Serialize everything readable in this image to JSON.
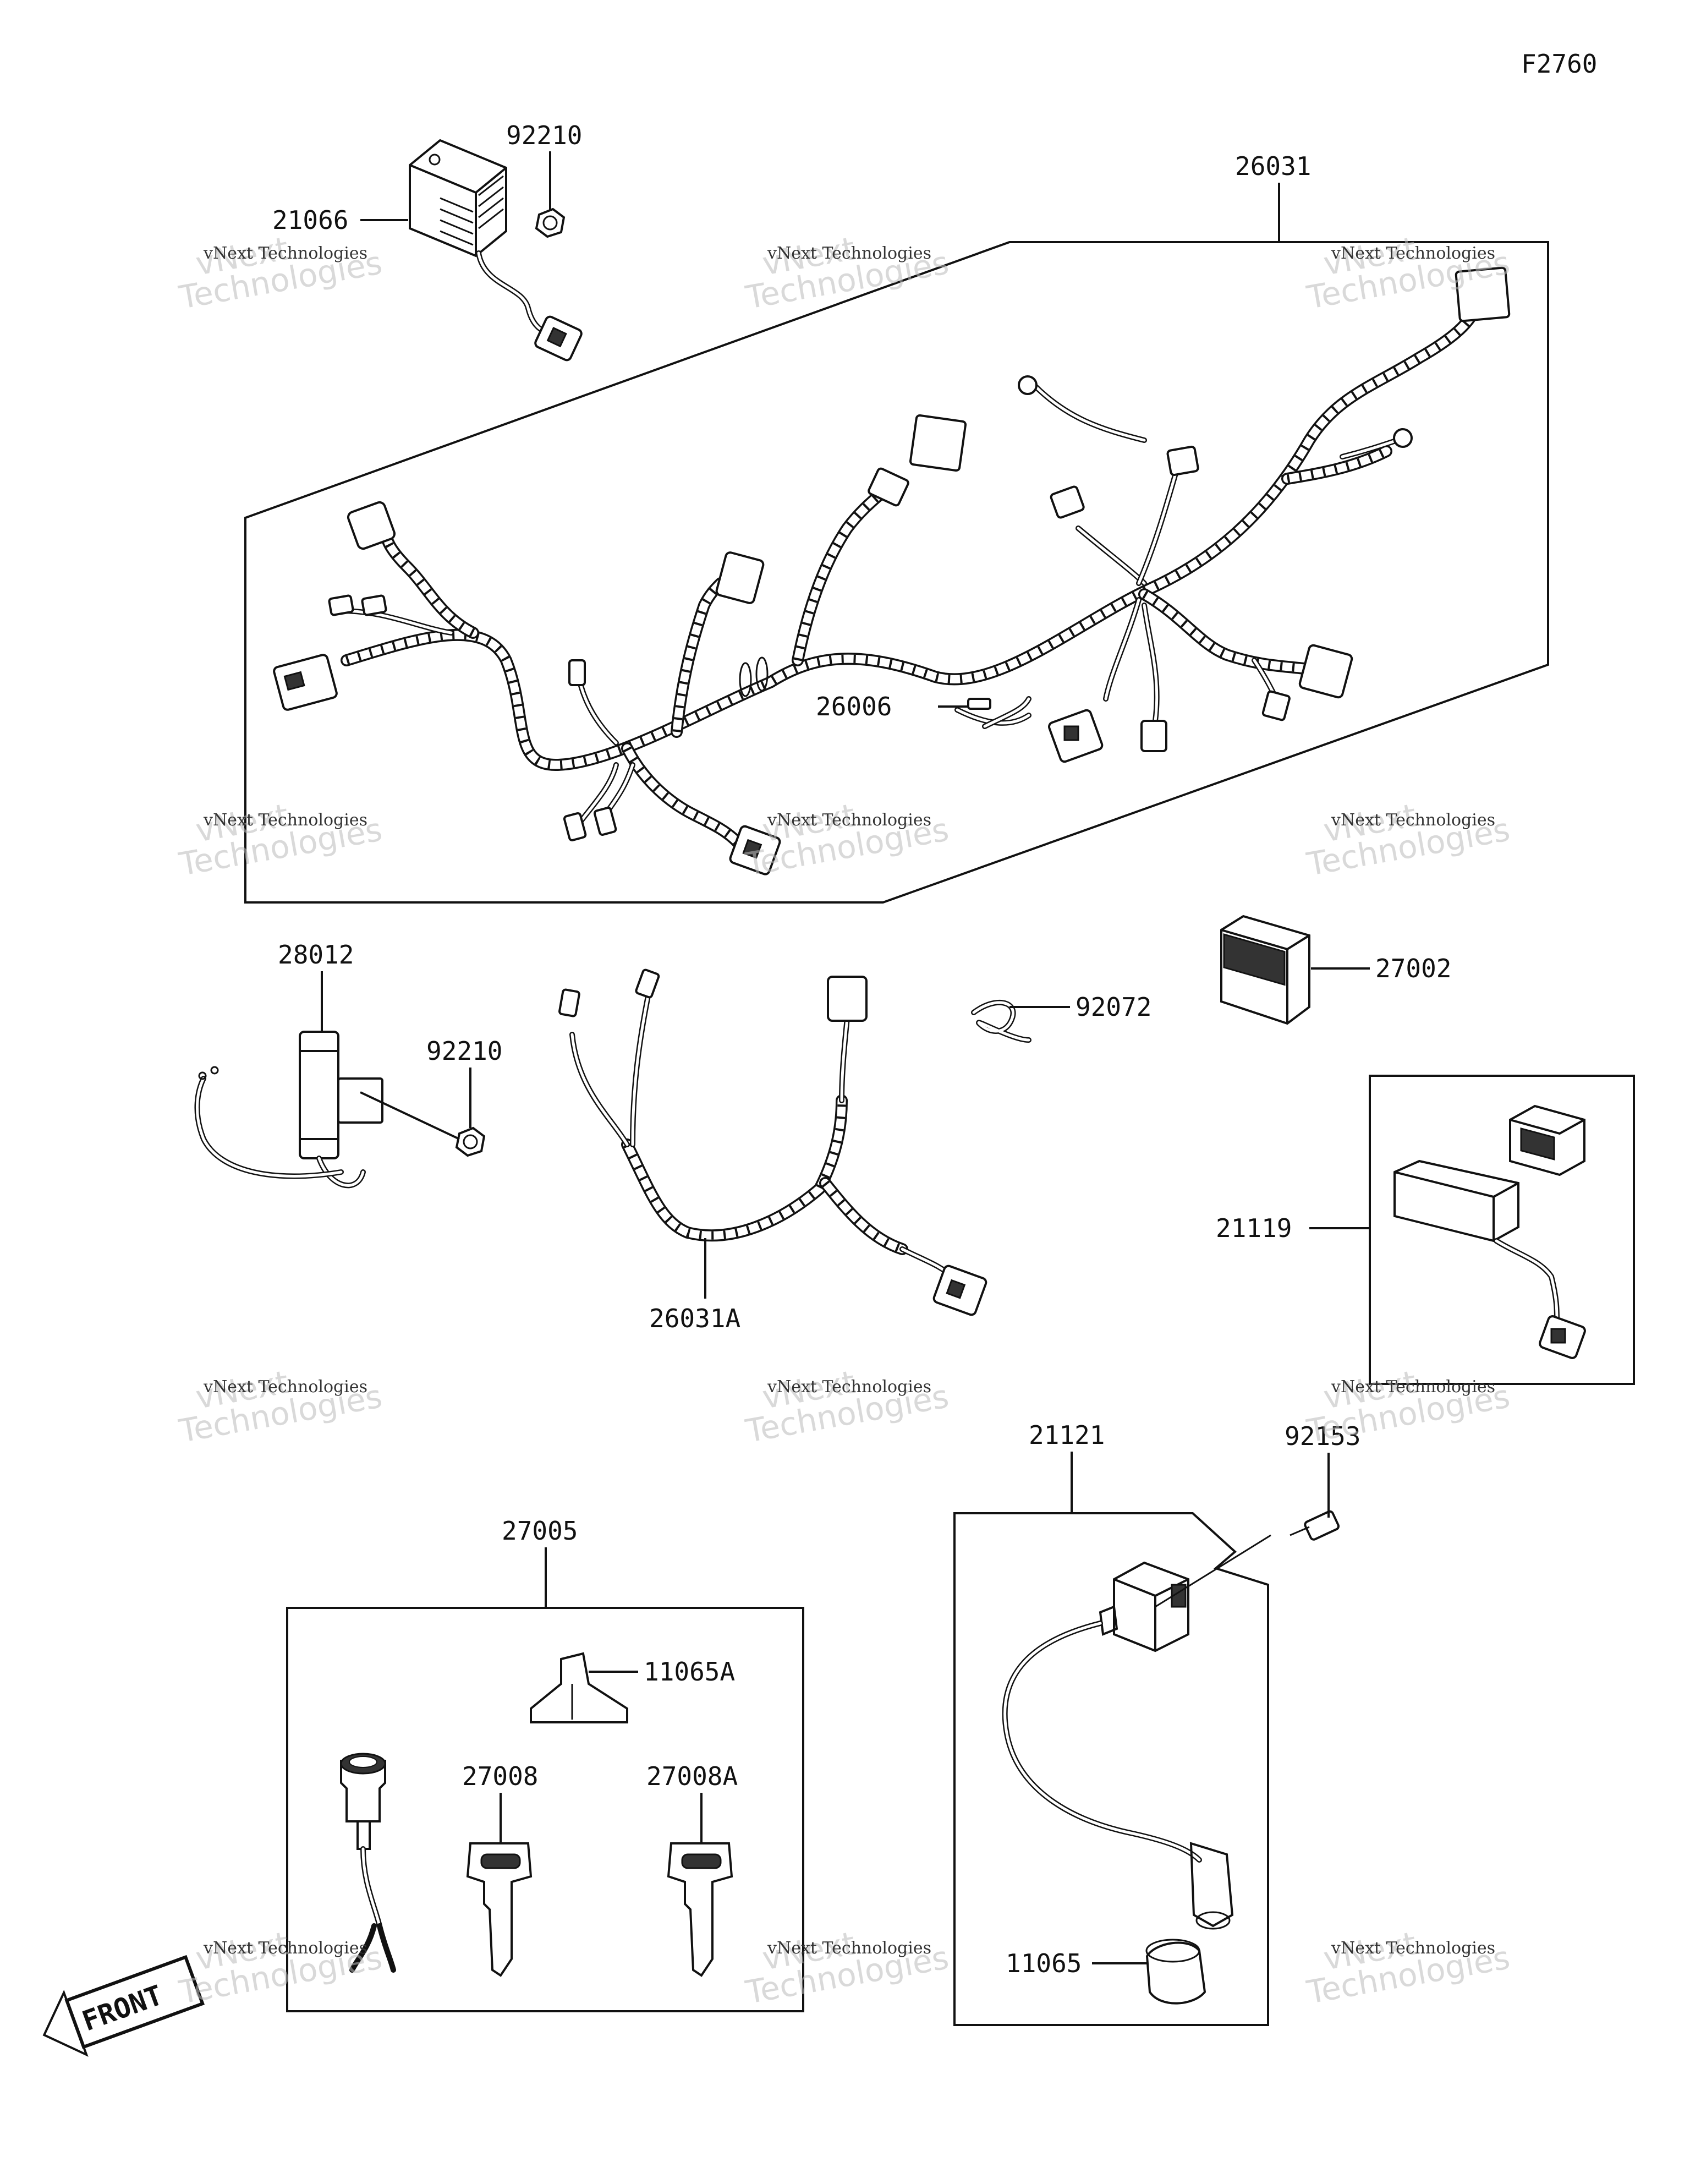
{
  "figure_code": "F2760",
  "front_arrow": "FRONT",
  "watermark": {
    "small": "vNext Technologies",
    "big_line1": "vNext",
    "big_line2": "Technologies"
  },
  "parts": {
    "p92210_top": "92210",
    "p21066": "21066",
    "p26031": "26031",
    "p26006": "26006",
    "p28012": "28012",
    "p92210_mid": "92210",
    "p92072": "92072",
    "p27002": "27002",
    "p26031A": "26031A",
    "p21119": "21119",
    "p21121": "21121",
    "p92153": "92153",
    "p27005": "27005",
    "p11065A": "11065A",
    "p27008": "27008",
    "p27008A": "27008A",
    "p11065": "11065"
  }
}
